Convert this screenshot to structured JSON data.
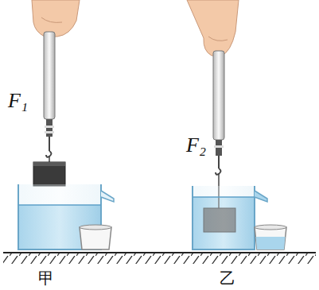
{
  "diagram": {
    "labels": [
      "F₁",
      "F₂",
      "甲",
      "乙"
    ]
  }
}
